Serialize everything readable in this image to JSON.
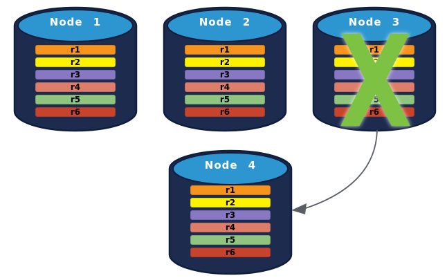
{
  "palette": {
    "background": "#FFFFFF",
    "cylinder_body": "#1C2B4E",
    "cylinder_outline": "#0F1E3C",
    "cylinder_top": "#2D96D0",
    "arrow": "#5A5F66",
    "title_text": "#FFFFFF",
    "row_text": "#000000",
    "failure": "#7DC242"
  },
  "diagram": {
    "type": "database-replication-diagram",
    "nodes": [
      {
        "label": "Node 1",
        "failed": false,
        "rows": [
          {
            "label": "r1",
            "color": "#F7941E"
          },
          {
            "label": "r2",
            "color": "#FFF200"
          },
          {
            "label": "r3",
            "color": "#8878C3"
          },
          {
            "label": "r4",
            "color": "#DE7E6A"
          },
          {
            "label": "r5",
            "color": "#8FC57E"
          },
          {
            "label": "r6",
            "color": "#C8432B"
          }
        ]
      },
      {
        "label": "Node 2",
        "failed": false,
        "rows": [
          {
            "label": "r1",
            "color": "#F7941E"
          },
          {
            "label": "r2",
            "color": "#FFF200"
          },
          {
            "label": "r3",
            "color": "#8878C3"
          },
          {
            "label": "r4",
            "color": "#DE7E6A"
          },
          {
            "label": "r5",
            "color": "#8FC57E"
          },
          {
            "label": "r6",
            "color": "#C8432B"
          }
        ]
      },
      {
        "label": "Node 3",
        "failed": true,
        "failure_glyph": "X",
        "rows": [
          {
            "label": "r1",
            "color": "#F7941E"
          },
          {
            "label": "r2",
            "color": "#FFF200"
          },
          {
            "label": "r3",
            "color": "#8878C3"
          },
          {
            "label": "r4",
            "color": "#DE7E6A"
          },
          {
            "label": "r5",
            "color": "#8FC57E"
          },
          {
            "label": "r6",
            "color": "#C8432B"
          }
        ]
      },
      {
        "label": "Node 4",
        "failed": false,
        "rows": [
          {
            "label": "r1",
            "color": "#F7941E"
          },
          {
            "label": "r2",
            "color": "#FFF200"
          },
          {
            "label": "r3",
            "color": "#8878C3"
          },
          {
            "label": "r4",
            "color": "#DE7E6A"
          },
          {
            "label": "r5",
            "color": "#8FC57E"
          },
          {
            "label": "r6",
            "color": "#C8432B"
          }
        ]
      }
    ]
  }
}
